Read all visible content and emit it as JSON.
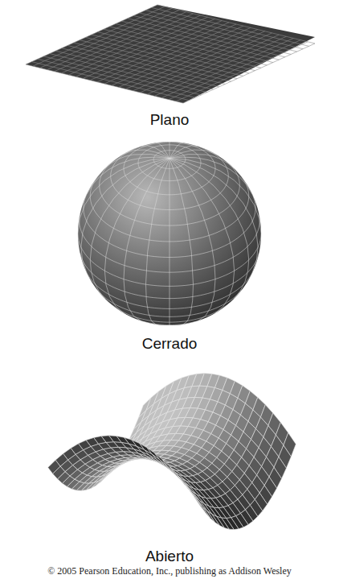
{
  "diagram": {
    "labels": [
      "Plano",
      "Cerrado",
      "Abierto",
      "© 2005 Pearson Education, Inc., publishing as Addison Wesley"
    ]
  }
}
